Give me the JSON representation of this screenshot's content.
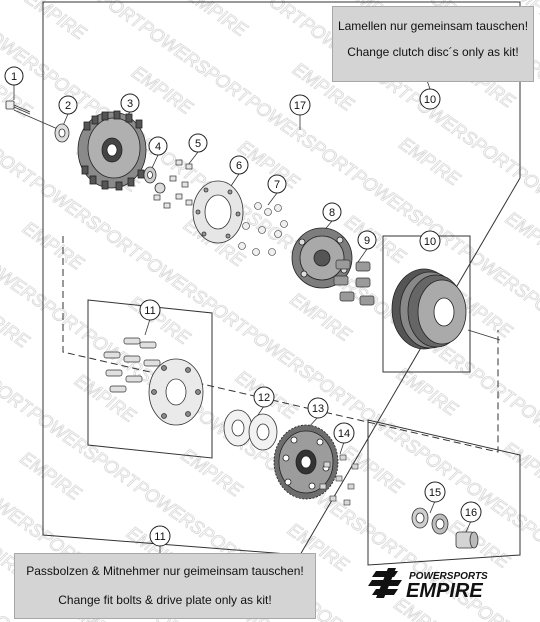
{
  "notes": {
    "top_de": "Lamellen nur gemeinsam tauschen!",
    "top_en": "Change clutch disc´s only as kit!",
    "bottom_de": "Passbolzen & Mitnehmer nur geimeinsam tauschen!",
    "bottom_en": "Change fit bolts & drive plate only as kit!"
  },
  "logo": {
    "line1": "POWERSPORTS",
    "line2": "EMPIRE"
  },
  "watermark": "POWERSPORTS EMPIRE",
  "callouts": [
    "1",
    "2",
    "3",
    "4",
    "5",
    "6",
    "7",
    "8",
    "9",
    "10",
    "10",
    "11",
    "11",
    "12",
    "13",
    "14",
    "15",
    "16",
    "17"
  ]
}
